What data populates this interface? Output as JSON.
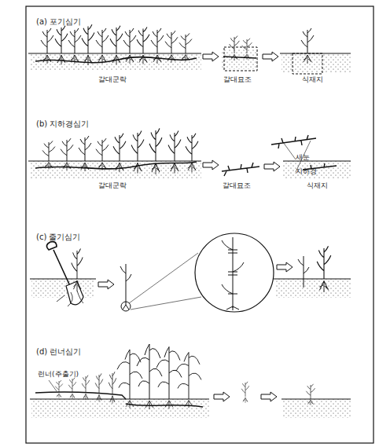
{
  "diagram": {
    "labels": [
      "(a) 포기심기",
      "갈대군락",
      "갈대묘조",
      "식재지",
      "(b) 지하경심기",
      "새눈",
      "지하경",
      "갈대군락",
      "갈대묘조",
      "식재지",
      "(c) 줄기심기",
      "(d) 런너심기",
      "런너(주출기)"
    ]
  }
}
